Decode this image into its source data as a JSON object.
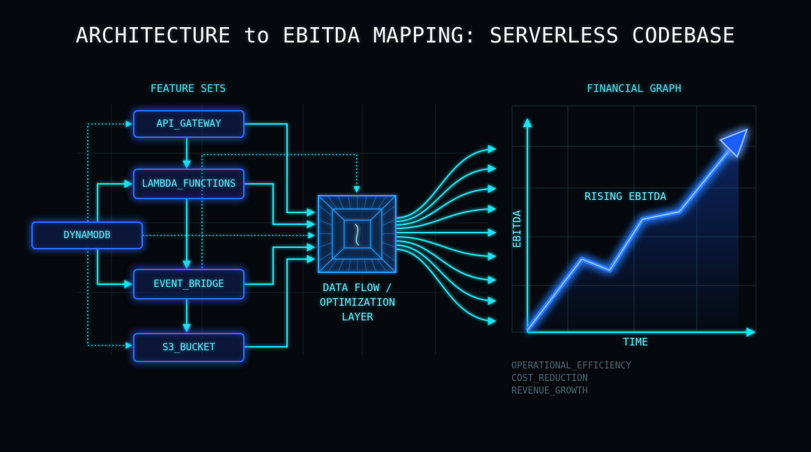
{
  "title": "ARCHITECTURE to EBITDA MAPPING: SERVERLESS CODEBASE",
  "feature_sets_label": "FEATURE SETS",
  "financial_graph_label": "FINANCIAL GRAPH",
  "nodes": {
    "api_gateway": "API_GATEWAY",
    "lambda_functions": "LAMBDA_FUNCTIONS",
    "dynamodb": "DYNAMODB",
    "event_bridge": "EVENT_BRIDGE",
    "s3_bucket": "S3_BUCKET"
  },
  "layer": {
    "line1": "DATA FLOW /",
    "line2": "OPTIMIZATION",
    "line3": "LAYER"
  },
  "graph": {
    "annotation": "RISING EBITDA",
    "ylabel": "EBITDA",
    "xlabel": "TIME"
  },
  "metrics": [
    "OPERATIONAL_EFFICIENCY",
    "COST_REDUCTION",
    "REVENUE_GROWTH"
  ],
  "colors": {
    "background": "#05080c",
    "node_border": "#2f6cff",
    "cyan": "#22e0ee",
    "blue_line": "#2b7bff"
  }
}
